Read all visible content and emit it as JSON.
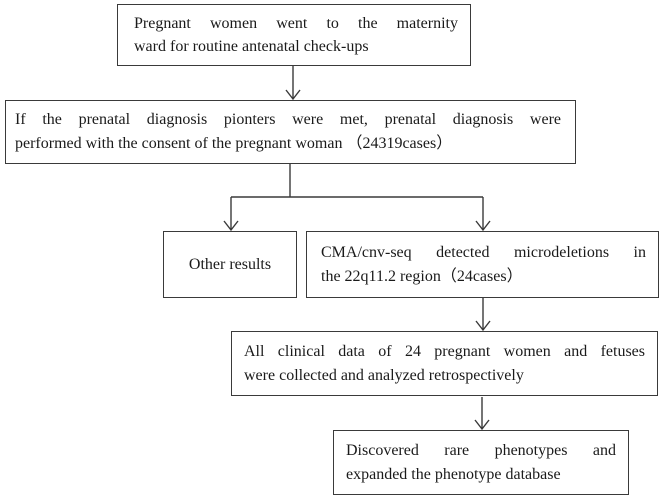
{
  "theme": {
    "background": "#ffffff",
    "line_color": "#3a3a3a",
    "border_color": "#3a3a3a",
    "text_color": "#1a1a1a"
  },
  "flowchart": {
    "boxes": {
      "checkup": {
        "lines": [
          "Pregnant women went to the maternity",
          "ward for routine antenatal check-ups"
        ]
      },
      "diagnosis": {
        "lines": [
          "If the prenatal diagnosis pionters were met, prenatal diagnosis were",
          "performed with the consent of the pregnant woman （24319cases）"
        ]
      },
      "other_results": {
        "lines": [
          "Other results"
        ]
      },
      "cma_detection": {
        "lines": [
          "CMA/cnv-seq detected microdeletions in",
          "the 22q11.2 region（24cases）"
        ]
      },
      "clinical_data": {
        "lines": [
          "All clinical data of 24 pregnant women and fetuses",
          "were collected and analyzed retrospectively"
        ]
      },
      "phenotypes": {
        "lines": [
          "Discovered rare phenotypes and",
          "expanded the phenotype database"
        ]
      }
    },
    "edges": [
      {
        "from": "checkup",
        "to": "diagnosis"
      },
      {
        "from": "diagnosis",
        "to": "other_results"
      },
      {
        "from": "diagnosis",
        "to": "cma_detection"
      },
      {
        "from": "cma_detection",
        "to": "clinical_data"
      },
      {
        "from": "clinical_data",
        "to": "phenotypes"
      }
    ]
  }
}
